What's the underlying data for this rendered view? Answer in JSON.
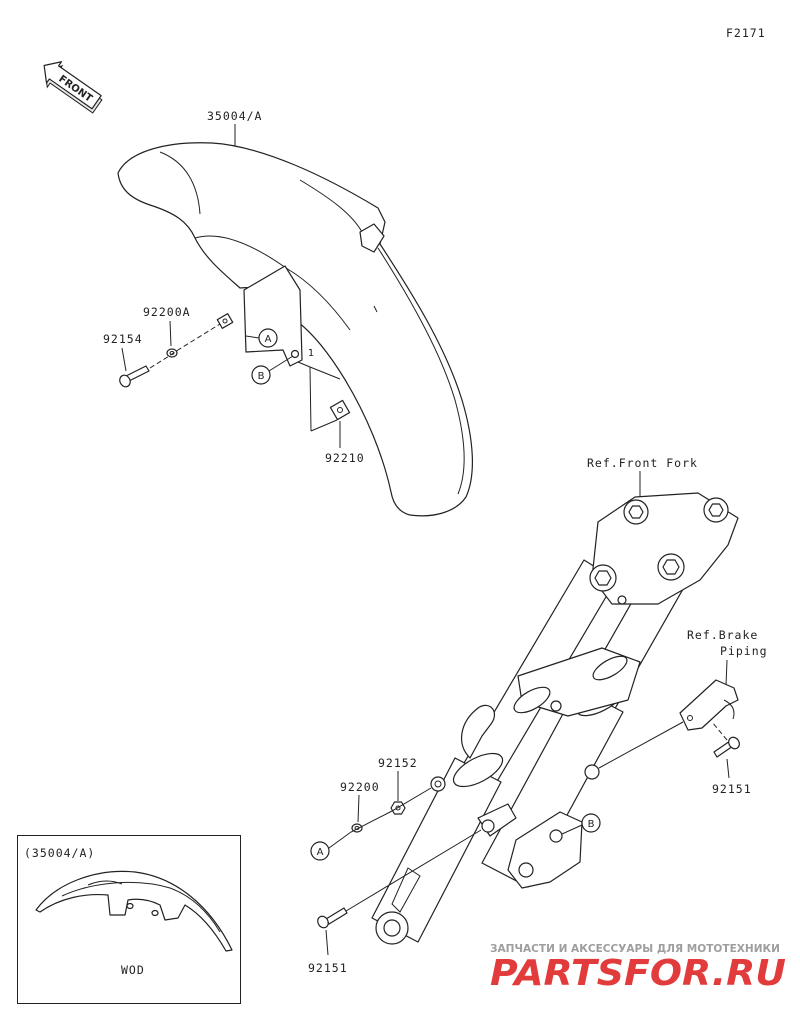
{
  "diagram_id": "F2171",
  "front_arrow": "FRONT",
  "parts": {
    "fender": "35004/A",
    "washer_upper": "92200A",
    "bolt_upper": "92154",
    "nut_upper": "92210",
    "ref_front_fork": "Ref.Front Fork",
    "ref_brake_line1": "Ref.Brake",
    "ref_brake_line2": "Piping",
    "nut_lower": "92152",
    "washer_lower": "92200",
    "bolt_right": "92151",
    "bolt_lower": "92151"
  },
  "markers": {
    "a_upper": "A",
    "b_upper": "B",
    "ref_1": "1",
    "a_lower": "A",
    "b_lower": "B"
  },
  "inset": {
    "title": "(35004/A)",
    "variant": "WOD"
  },
  "watermark": {
    "tagline": "ЗАПЧАСТИ И АКСЕССУАРЫ ДЛЯ МОТОТЕХНИКИ",
    "logo": "PARTSFOR.RU"
  },
  "colors": {
    "line": "#222222",
    "watermark_red": "#e23b3b",
    "watermark_gray": "#9e9e9e",
    "paper": "#ffffff"
  }
}
